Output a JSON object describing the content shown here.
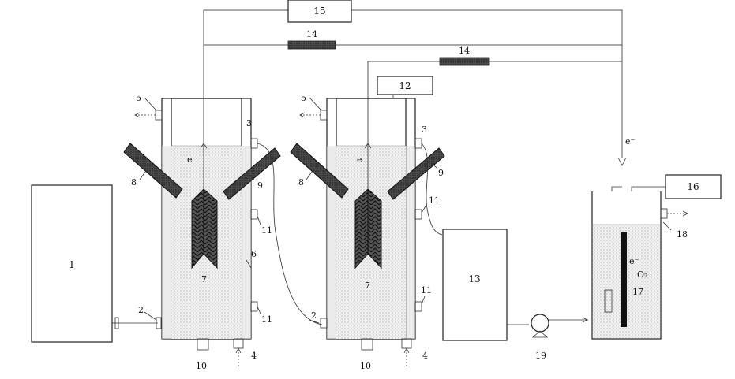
{
  "labels": {
    "l1": "1",
    "l2a": "2",
    "l2b": "2",
    "l3a": "3",
    "l3b": "3",
    "l4a": "4",
    "l4b": "4",
    "l5a": "5",
    "l5b": "5",
    "l6": "6",
    "l7a": "7",
    "l7b": "7",
    "l8a": "8",
    "l8b": "8",
    "l9a": "9",
    "l9b": "9",
    "l10a": "10",
    "l10b": "10",
    "l11a": "11",
    "l11b": "11",
    "l11c": "11",
    "l11d": "11",
    "l12": "12",
    "l13": "13",
    "l14a": "14",
    "l14b": "14",
    "l15": "15",
    "l16": "16",
    "l17": "17",
    "l18": "18",
    "l19": "19",
    "e1": "e⁻",
    "e2": "e⁻",
    "e3": "e⁻",
    "e4": "e⁻",
    "o2": "O₂"
  }
}
